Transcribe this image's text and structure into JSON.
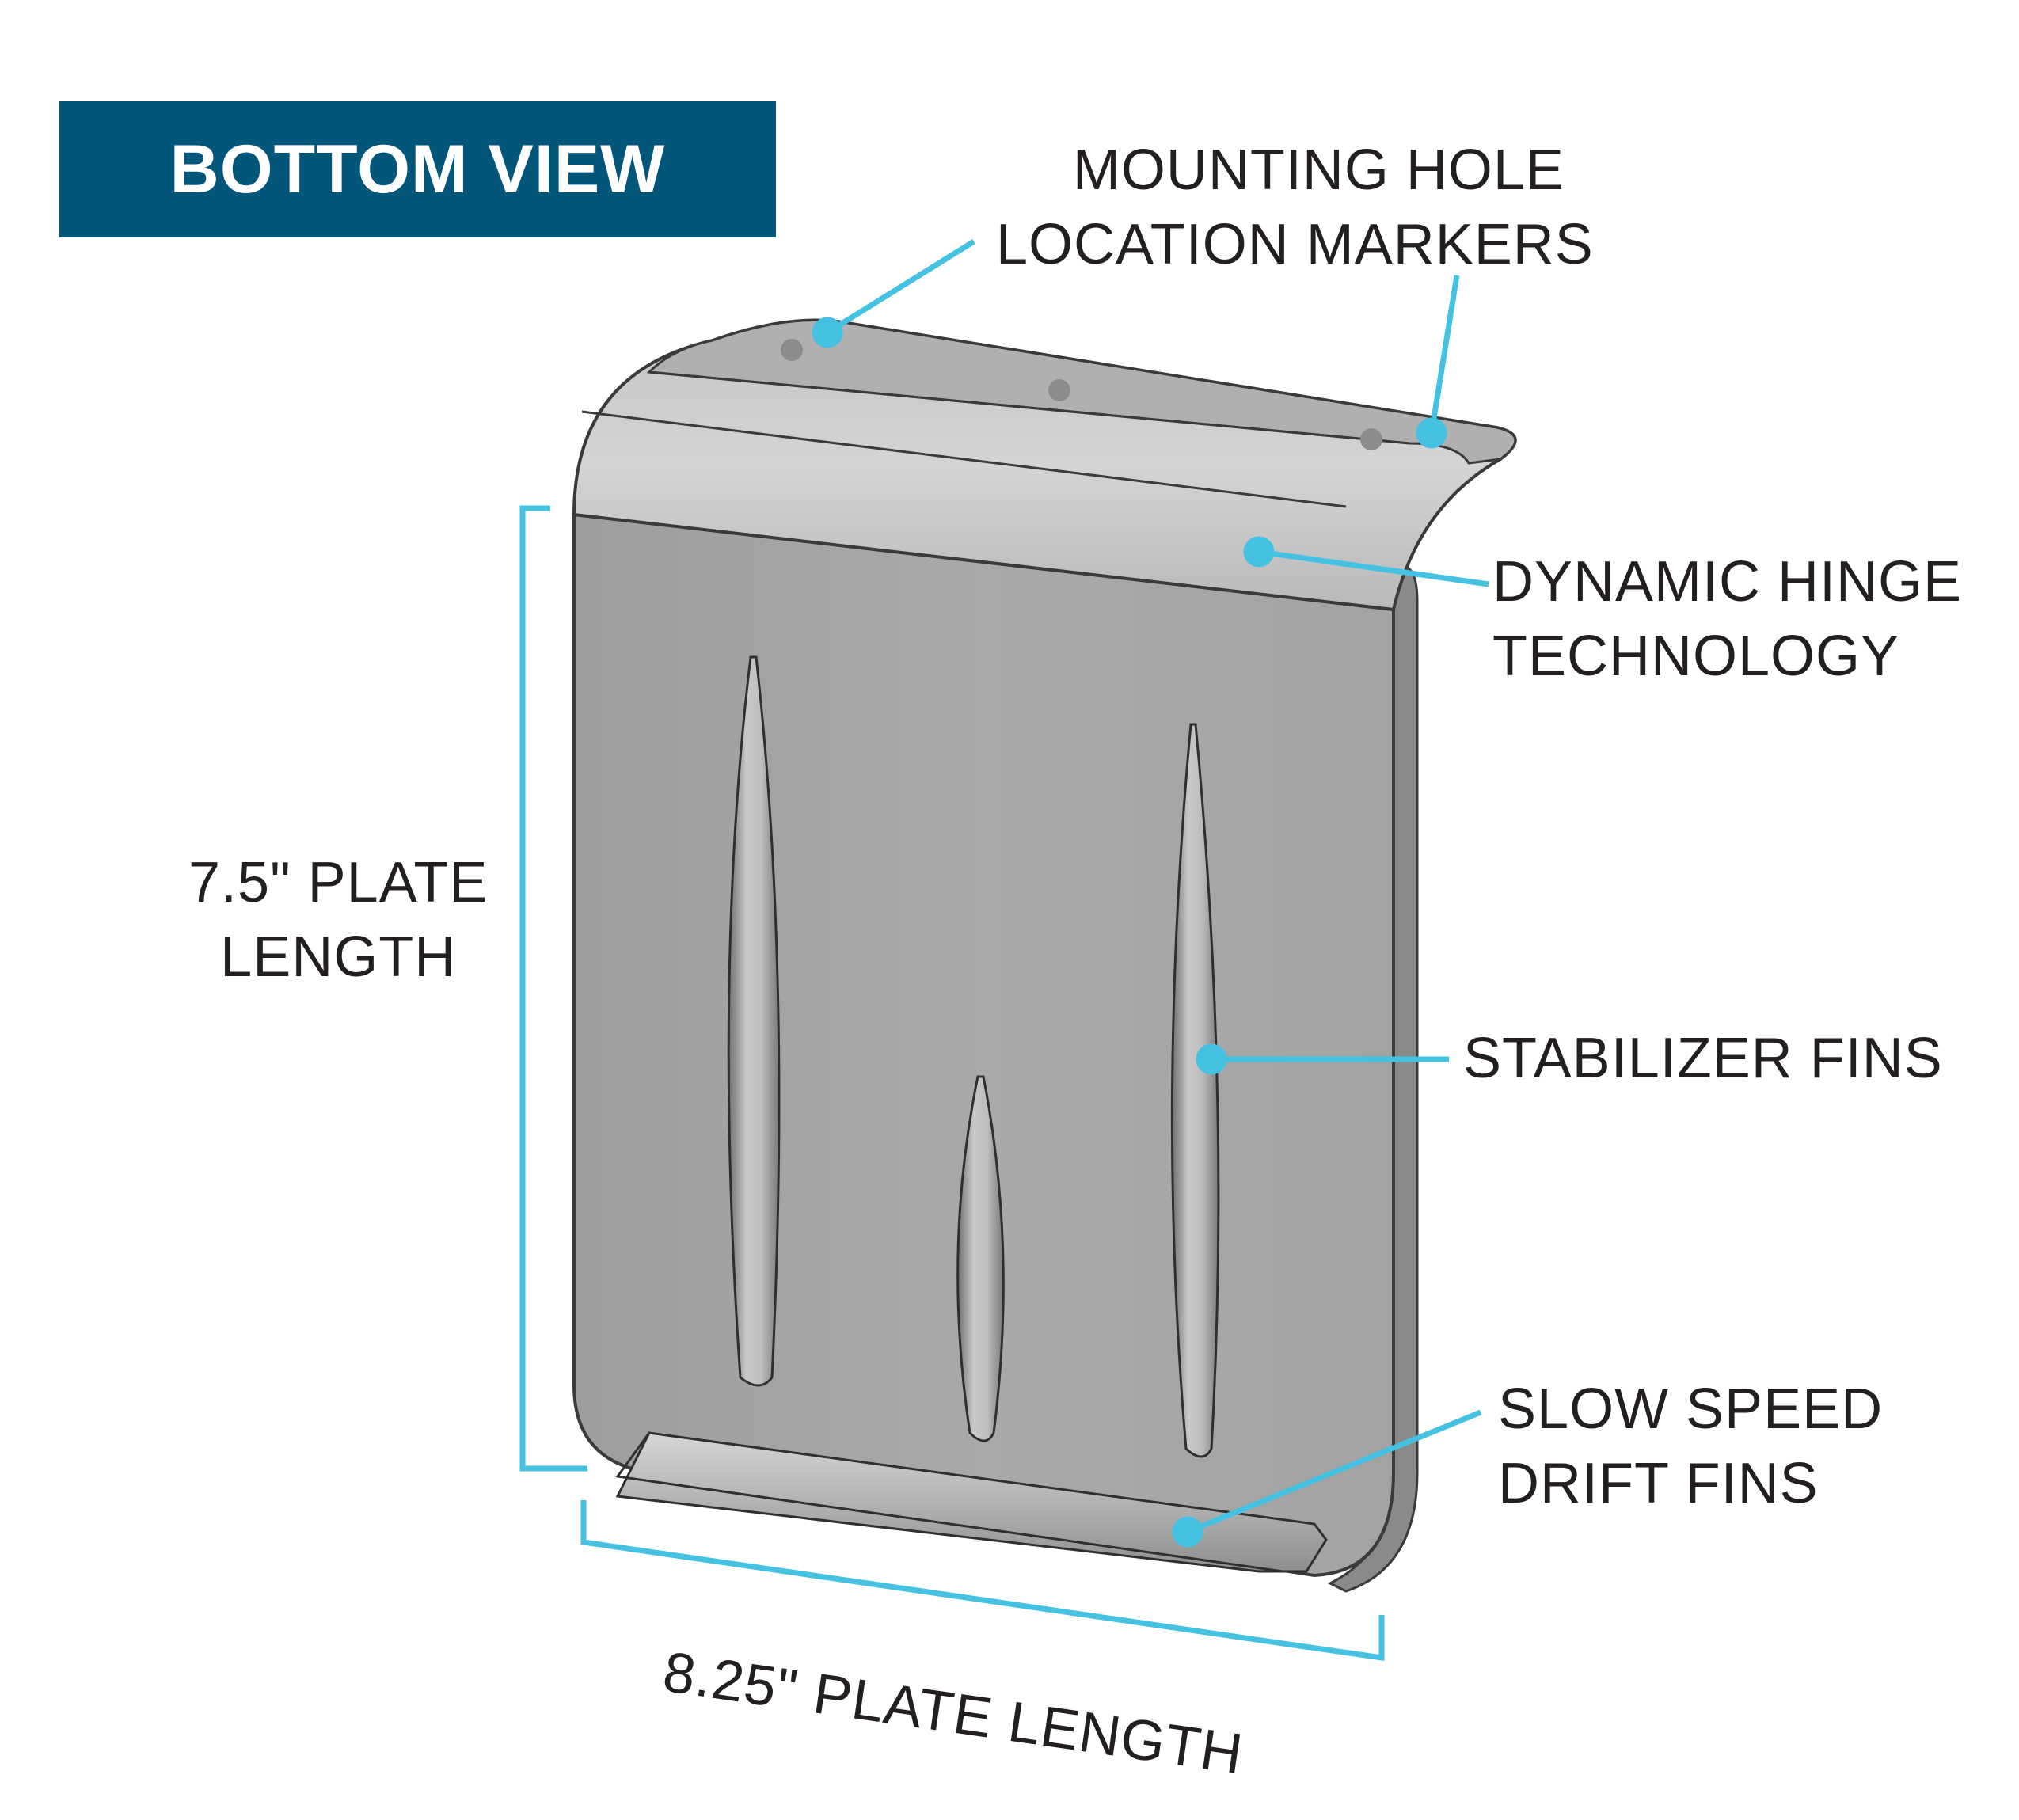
{
  "header": {
    "title": "BOTTOM VIEW"
  },
  "callouts": {
    "mounting": {
      "line1": "MOUNTING HOLE",
      "line2": "LOCATION MARKERS"
    },
    "hinge": {
      "line1": "DYNAMIC HINGE",
      "line2": "TECHNOLOGY"
    },
    "stabilizer": {
      "line1": "STABILIZER FINS"
    },
    "drift": {
      "line1": "SLOW SPEED",
      "line2": "DRIFT FINS"
    }
  },
  "dimensions": {
    "length": {
      "line1": "7.5\" PLATE",
      "line2": "LENGTH"
    },
    "width": {
      "text": "8.25\" PLATE LENGTH"
    }
  },
  "colors": {
    "accent": "#45c1e2",
    "badge": "#015679",
    "plate": "#a8a8a8",
    "text": "#231f20"
  }
}
